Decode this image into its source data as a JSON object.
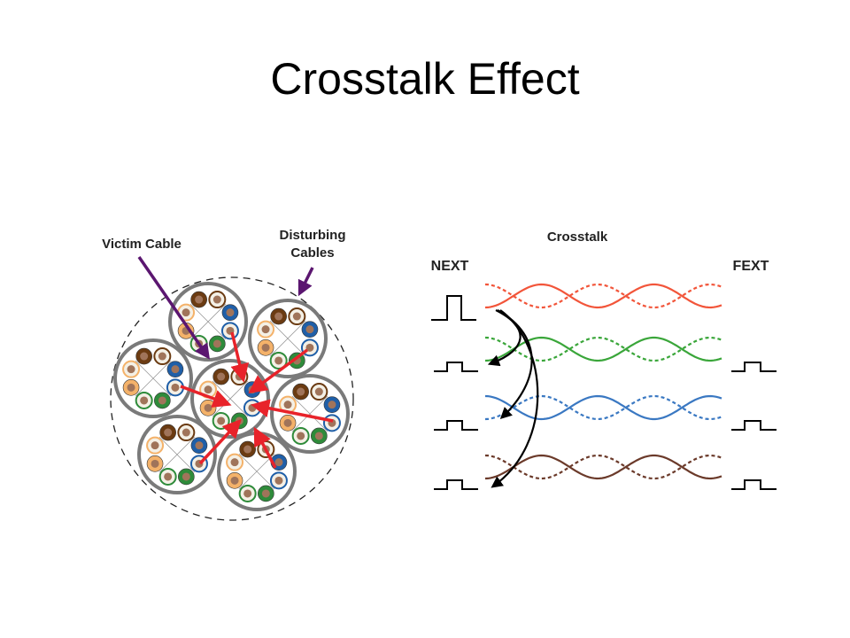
{
  "slide": {
    "title": "Crosstalk Effect"
  },
  "cable_diagram": {
    "victim_label": "Victim Cable",
    "disturbing_label_line1": "Disturbing",
    "disturbing_label_line2": "Cables",
    "pair_colors": {
      "brown": "#6b3b12",
      "blue": "#1f5fa8",
      "green": "#2e8b3a",
      "orange": "#f4b26a",
      "arrow": "#e8232a",
      "pointer": "#5b1670",
      "jacket": "#7a7a7a"
    }
  },
  "crosstalk_diagram": {
    "title": "Crosstalk",
    "next_label": "NEXT",
    "fext_label": "FEXT",
    "pair_colors": [
      "#f2553a",
      "#3aa63a",
      "#3a78c2",
      "#6b3a2a"
    ]
  }
}
